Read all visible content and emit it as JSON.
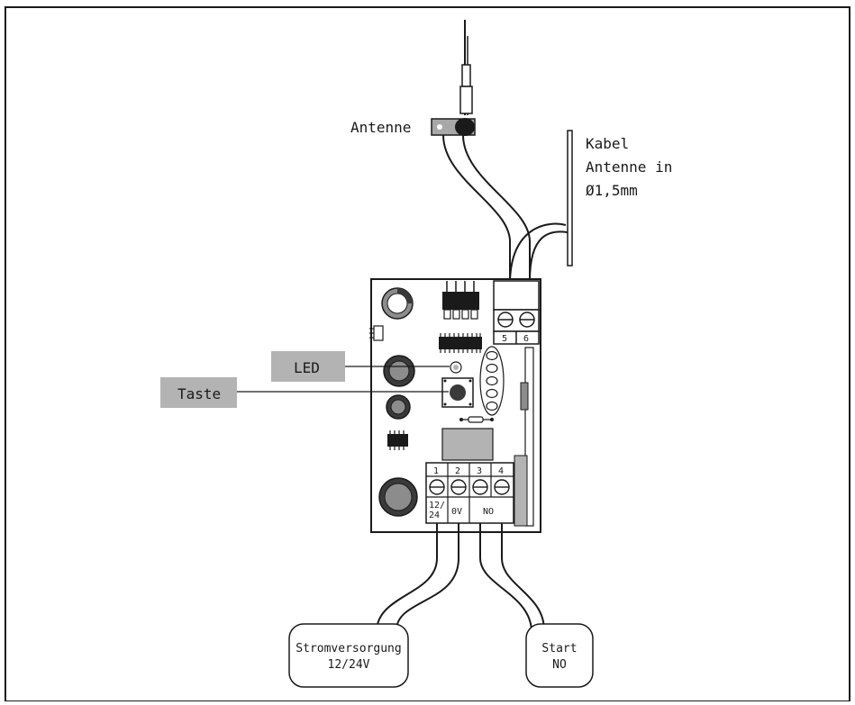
{
  "antenna_label": "Antenne",
  "cable_label": {
    "line1": "Kabel",
    "line2": "Antenne in",
    "line3": "Ø1,5mm"
  },
  "led_label": "LED",
  "taste_label": "Taste",
  "top_terminals": [
    "5",
    "6"
  ],
  "bottom_terminals": [
    "1",
    "2",
    "3",
    "4"
  ],
  "terminal_functions": {
    "t12_24_a": "12/",
    "t12_24_b": "24",
    "t0v": "0V",
    "tno": "NO"
  },
  "power_box": {
    "line1": "Stromversorgung",
    "line2": "12/24V"
  },
  "start_box": {
    "line1": "Start",
    "line2": "NO"
  },
  "colors": {
    "line": "#1a1a1a",
    "board": "#ffffff",
    "tag": "#b3b3b3",
    "component_dark": "#3a3a3a",
    "component_grey": "#8c8c8c"
  }
}
